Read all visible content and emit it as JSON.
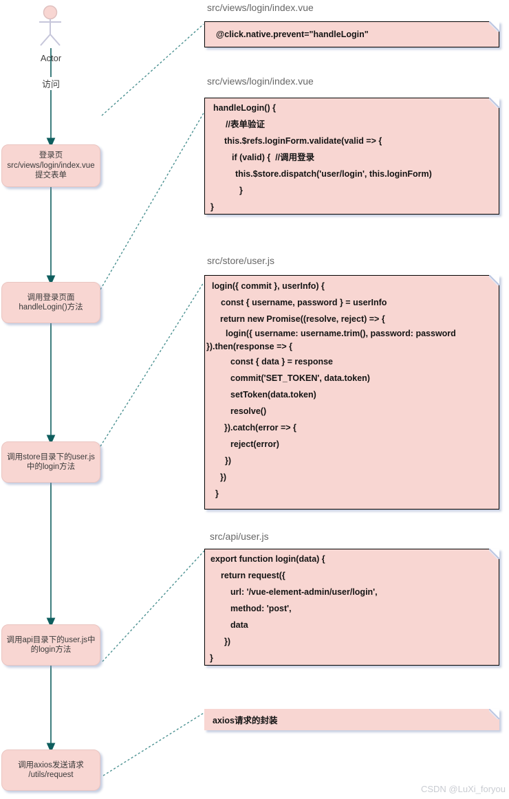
{
  "actor": {
    "label": "Actor",
    "edge_label": "访问"
  },
  "flow": [
    {
      "line1": "登录页",
      "line2": "src/views/login/index.vue",
      "line3": "提交表单"
    },
    {
      "line1": "调用登录页面",
      "line2": "handleLogin()方法"
    },
    {
      "line1": "调用store目录下的user.js",
      "line2": "中的login方法"
    },
    {
      "line1": "调用api目录下的user.js中",
      "line2": "的login方法"
    },
    {
      "line1": "调用axios发送请求",
      "line2": "/utils/request"
    }
  ],
  "sections": [
    {
      "title": "src/views/login/index.vue",
      "code": [
        "@click.native.prevent=\"handleLogin\""
      ]
    },
    {
      "title": "src/views/login/index.vue",
      "code": [
        "handleLogin() {",
        "//表单验证",
        "this.$refs.loginForm.validate(valid => {",
        "if (valid) {  //调用登录",
        "this.$store.dispatch('user/login', this.loginForm)",
        "}",
        "}"
      ]
    },
    {
      "title": "src/store/user.js",
      "code": [
        "login({ commit }, userInfo) {",
        "const { username, password } = userInfo",
        "return new Promise((resolve, reject) => {",
        "login({ username: username.trim(), password: password",
        "}).then(response => {",
        "const { data } = response",
        "commit('SET_TOKEN', data.token)",
        "setToken(data.token)",
        "resolve()",
        "}).catch(error => {",
        "reject(error)",
        "})",
        "})",
        "}"
      ]
    },
    {
      "title": "src/api/user.js",
      "code": [
        "export function login(data) {",
        "return request({",
        "url: '/vue-element-admin/user/login',",
        "method: 'post',",
        "data",
        "})",
        "}"
      ]
    },
    {
      "note_text": "axios请求的封装"
    }
  ],
  "watermark": "CSDN @LuXi_foryou",
  "colors": {
    "shape_fill": "#f8d6d2",
    "note_border": "#000000",
    "flow_arrow": "#0e5e5e",
    "dashed_connector": "#4b9191",
    "title_text": "#666666",
    "code_text": "#141414",
    "watermark_text": "#c9ccd2"
  }
}
